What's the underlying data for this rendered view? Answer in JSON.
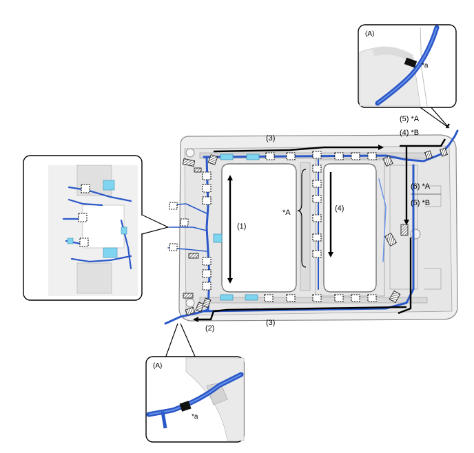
{
  "inset_top_right": {
    "label": "(A)",
    "clamp_label": "*a"
  },
  "inset_bottom": {
    "label": "(A)",
    "clamp_label": "*a"
  },
  "callouts": {
    "step1": "(1)",
    "step2": "(2)",
    "step3_top": "(3)",
    "step3_bottom": "(3)",
    "step4": "(4)",
    "step5_4_a": "(5) *A",
    "step5_4_b": "(4) *B",
    "step6_5_a": "(6) *A",
    "step6_5_b": "(5) *B",
    "mark_a": "*A"
  },
  "colors": {
    "harness": "#2b58c8",
    "harness_light": "#6b93e8",
    "clip": "#3a3a3a",
    "roof": "#e8e8e8",
    "line": "#888888"
  }
}
